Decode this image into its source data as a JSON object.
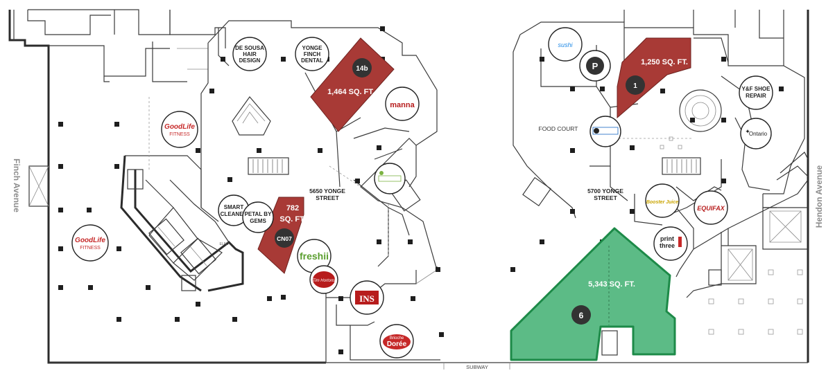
{
  "streets": {
    "west": "Finch Avenue",
    "east": "Hendon Avenue",
    "bottom": "SUBWAY"
  },
  "buildings": {
    "left": {
      "line1": "5650 YONGE",
      "line2": "STREET"
    },
    "right": {
      "line1": "5700 YONGE",
      "line2": "STREET"
    }
  },
  "areas": {
    "food_court": "FOOD COURT",
    "elec": "ELEC"
  },
  "units": [
    {
      "id": "14b",
      "area": "1,464 SQ. FT.",
      "status": "available",
      "color": "#a83a36"
    },
    {
      "id": "CN07",
      "area_line1": "782",
      "area_line2": "SQ. FT.",
      "status": "available",
      "color": "#a83a36"
    },
    {
      "id": "1",
      "area": "1,250 SQ. FT.",
      "status": "available",
      "color": "#a83a36"
    },
    {
      "id": "6",
      "area": "5,343 SQ. FT.",
      "status": "featured",
      "color": "#5cbb86",
      "border": "#1d8a48"
    }
  ],
  "tenants": {
    "de_sousa": [
      "DE SOUSA",
      "HAIR",
      "DESIGN"
    ],
    "yonge_finch_dental": [
      "YONGE",
      "FINCH",
      "DENTAL"
    ],
    "smart_cleaner": [
      "SMART",
      "CLEANER"
    ],
    "petal_by_gems": [
      "PETAL BY",
      "GEMS"
    ],
    "yf_shoe_repair": [
      "Y&F SHOE",
      "REPAIR"
    ],
    "goodlife_1": [
      "GoodLife",
      "FITNESS"
    ],
    "goodlife_2": [
      "GoodLife",
      "FITNESS"
    ],
    "manna": "manna",
    "freshii": "freshii",
    "tim_hortons": "Tim Hortons",
    "ins": "INS",
    "brioche_doree": [
      "Brioche",
      "Dorée"
    ],
    "equifax": "EQUIFAX",
    "print_three": [
      "print",
      "three"
    ],
    "ontario": "Ontario",
    "sushi": "sushi",
    "booster_juice": "Booster Juice",
    "bao": "P"
  },
  "colors": {
    "available_red": "#a83a36",
    "featured_green": "#5cbb86",
    "featured_border": "#1d8a48",
    "marker_dark": "#333333"
  }
}
